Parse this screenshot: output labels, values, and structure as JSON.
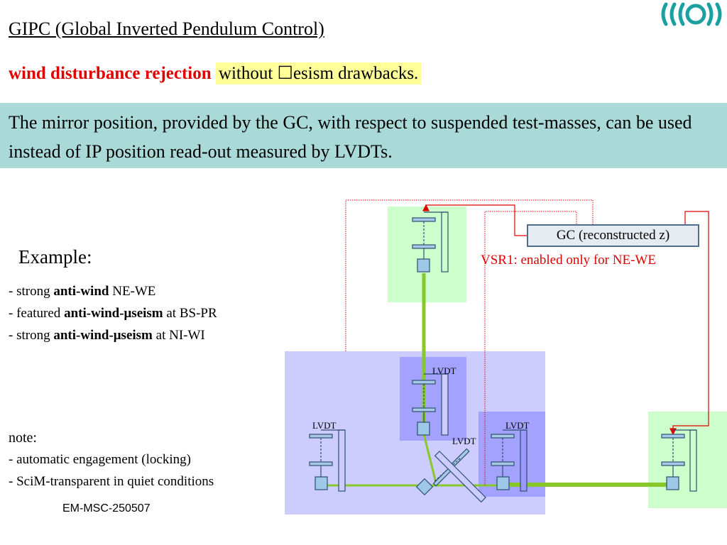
{
  "header": {
    "title": "GIPC (Global Inverted Pendulum Control)",
    "subtitle_red": "wind disturbance rejection",
    "subtitle_highlight": "without ☐esism drawbacks."
  },
  "banner": {
    "text": "The mirror position, provided by the GC, with respect to suspended test-masses, can be used instead of  IP position read-out measured by LVDTs."
  },
  "example": {
    "heading": "Example:",
    "items": [
      {
        "prefix": "- strong ",
        "bold": "anti-wind",
        "suffix": " NE-WE"
      },
      {
        "prefix": "- featured ",
        "bold": "anti-wind-μseism",
        "suffix": " at BS-PR"
      },
      {
        "prefix": "- strong ",
        "bold": "anti-wind-μseism",
        "suffix": " at NI-WI"
      }
    ]
  },
  "note": {
    "heading": "note:",
    "items": [
      "- automatic engagement (locking)",
      "- SciM-transparent in quiet conditions"
    ]
  },
  "footer": {
    "code": "EM-MSC-250507"
  },
  "diagram": {
    "gc_label": "GC (reconstructed z)",
    "vsr1_label": "VSR1: enabled only for NE-WE",
    "lvdt_label": "LVDT",
    "colors": {
      "green_zone": "#ccffcc",
      "blue_zone": "#ccccff",
      "blue_inner": "#9999ff",
      "beam": "#88c82a",
      "red_line": "#e00000",
      "mirror_fill": "#a8c8e8",
      "mass_fill": "#9ec8e8",
      "logo": "#1aa0a0"
    }
  }
}
